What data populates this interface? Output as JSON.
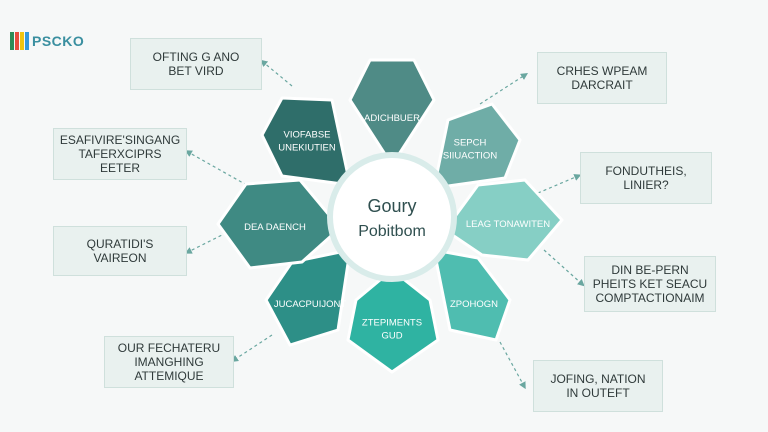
{
  "logo": {
    "text": "PSCKO",
    "colors": [
      "#2e8b57",
      "#e74c3c",
      "#f1c40f",
      "#3498db"
    ]
  },
  "center": {
    "line1": "Goury",
    "line2": "Pobitbom"
  },
  "petals": [
    {
      "lines": [
        "ADICHBUER"
      ],
      "color": "#4f8b86"
    },
    {
      "lines": [
        "SEPCH",
        "SIIUACTION"
      ],
      "color": "#6fada7"
    },
    {
      "lines": [
        "LEAG TONAWITEN"
      ],
      "color": "#86cfc5"
    },
    {
      "lines": [
        "ZPOHOGN"
      ],
      "color": "#4fbdb0"
    },
    {
      "lines": [
        "ZTEPIMENTS",
        "GUD"
      ],
      "color": "#2fb3a2"
    },
    {
      "lines": [
        "JUCACPUIJONT"
      ],
      "color": "#2d8f87"
    },
    {
      "lines": [
        "DEA DAENCH"
      ],
      "color": "#3f8a83"
    },
    {
      "lines": [
        "VIOFABSE",
        "UNEKIUTIEN"
      ],
      "color": "#2f6e6a"
    }
  ],
  "boxes": [
    {
      "lines": [
        "OFTING G ANO",
        "BET VIRD"
      ]
    },
    {
      "lines": [
        "CRHES WPEAM",
        "DARCRAIT"
      ]
    },
    {
      "lines": [
        "ESAFIVIRE'SINGANG",
        "TAFERXCIPRS EETER"
      ]
    },
    {
      "lines": [
        "FONDUTHEIS,",
        "LINIER?"
      ]
    },
    {
      "lines": [
        "QURATIDI'S VAIREON"
      ]
    },
    {
      "lines": [
        "DIN BE-PERN",
        "PHEITS KET SEACU",
        "COMPTACTIONAIM"
      ]
    },
    {
      "lines": [
        "OUR FECHATERU",
        "IMANGHING ATTEMIQUE"
      ]
    },
    {
      "lines": [
        "JOFING, NATION",
        "IN OUTEFT"
      ]
    }
  ],
  "colors": {
    "connector": "#6aa7a0",
    "center_ring": "#d9ecea",
    "center_text": "#2f4f4f"
  }
}
